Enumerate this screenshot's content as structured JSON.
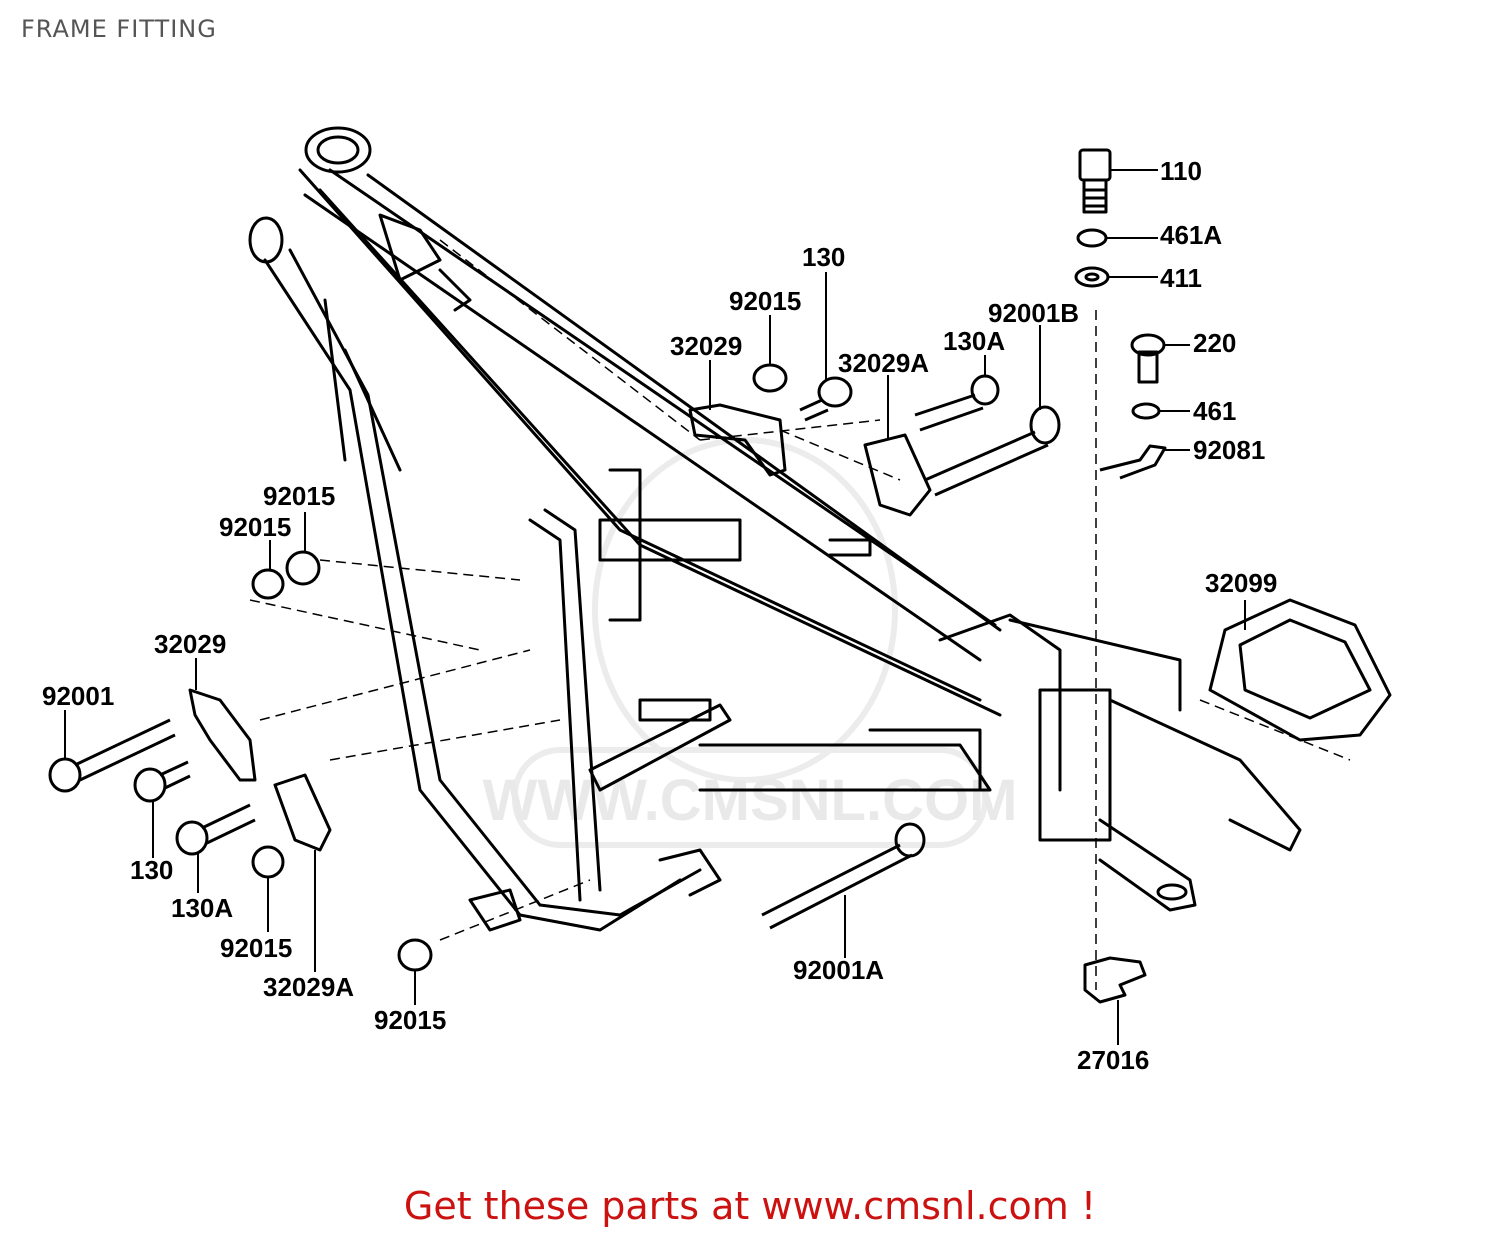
{
  "page": {
    "title": "FRAME FITTING"
  },
  "watermark": {
    "text": "WWW.CMSNL.COM"
  },
  "footer": {
    "text": "Get these parts at www.cmsnl.com !"
  },
  "labels": {
    "l110": "110",
    "l461A": "461A",
    "l411": "411",
    "l220": "220",
    "l461": "461",
    "l92081": "92081",
    "l32099": "32099",
    "l92001B": "92001B",
    "l130A_top": "130A",
    "l32029A_top": "32029A",
    "l130_top": "130",
    "l92015_top": "92015",
    "l32029_top": "32029",
    "l92015_a": "92015",
    "l92015_b": "92015",
    "l32029_left": "32029",
    "l92001": "92001",
    "l130_left": "130",
    "l130A_left": "130A",
    "l92015_c": "92015",
    "l32029A_left": "32029A",
    "l92015_d": "92015",
    "l92001A": "92001A",
    "l27016": "27016"
  },
  "colors": {
    "line": "#000000",
    "title": "#555555",
    "footer": "#cc1111",
    "watermark": "#e9e9e9"
  }
}
